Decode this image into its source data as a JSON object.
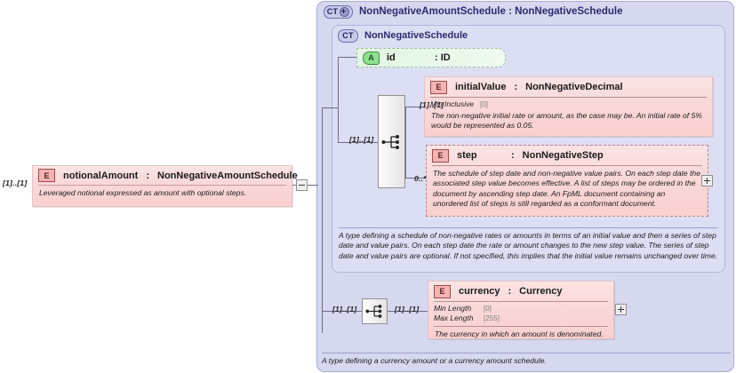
{
  "diagram": {
    "kind": "xsd-schema-diagram",
    "colors": {
      "outer_container_bg": "#d6d8f0",
      "inner_container_bg": "#dcdef4",
      "element_box_bg": "#fad9d9",
      "attribute_box_bg": "#e6f7e6",
      "element_icon_bg": "#f2b3b3",
      "attribute_icon_bg": "#8ee08e",
      "connector_line": "#6b6b8a"
    }
  },
  "root_element": {
    "icon": "element-icon",
    "icon_label": "E",
    "name": "notionalAmount",
    "separator": ":",
    "type": "NonNegativeAmountSchedule",
    "documentation": "Leveraged notional expressed as amount with optional steps.",
    "multiplicity": "[1]..[1]",
    "toggle": "minus-toggle"
  },
  "outer_type": {
    "badge": "CT",
    "badge_expand": "plus",
    "name": "NonNegativeAmountSchedule",
    "separator": ":",
    "base": "NonNegativeSchedule",
    "title": "NonNegativeAmountSchedule : NonNegativeSchedule",
    "documentation": "A type defining a currency amount or a currency amount schedule."
  },
  "inner_type": {
    "badge": "CT",
    "name": "NonNegativeSchedule",
    "documentation": "A type defining a schedule of non-negative rates or amounts in terms of an initial value and then a series of step date and value pairs. On each step date the rate or amount changes to the new step value. The series of step date and value pairs are optional. If not specified, this implies that the initial value remains unchanged over time."
  },
  "attribute": {
    "icon": "attribute-icon",
    "icon_label": "A",
    "name": "id",
    "separator": ": ID",
    "type": "ID"
  },
  "compositors": [
    {
      "name": "sequence-main",
      "icon": "sequence-icon",
      "multiplicity_in": "[1]..[1]"
    },
    {
      "name": "sequence-currency",
      "icon": "sequence-icon",
      "multiplicity_in": "[1]..[1]",
      "multiplicity_out": "[1]..[1]"
    }
  ],
  "elements": [
    {
      "id": "initialValue",
      "icon_label": "E",
      "name": "initialValue",
      "separator": ":",
      "type": "NonNegativeDecimal",
      "multiplicity": "[1]..[1]",
      "facets": [
        {
          "label": "Min Inclusive",
          "value": "[0]"
        }
      ],
      "documentation": "The non-negative initial rate or amount, as the case may be. An initial rate of 5% would be represented as 0.05.",
      "dashed": false,
      "toggle": null
    },
    {
      "id": "step",
      "icon_label": "E",
      "name": "step",
      "separator": ":",
      "type": "NonNegativeStep",
      "multiplicity": "0..*",
      "facets": [],
      "documentation": "The schedule of step date and non-negative value pairs. On each step date the associated step value becomes effective. A list of steps may be ordered in the document by ascending step date. An FpML document containing an unordered list of steps is still regarded as a conformant document.",
      "dashed": true,
      "toggle": "plus-toggle"
    },
    {
      "id": "currency",
      "icon_label": "E",
      "name": "currency",
      "separator": ":",
      "type": "Currency",
      "multiplicity": "[1]..[1]",
      "facets": [
        {
          "label": "Min Length",
          "value": "[0]"
        },
        {
          "label": "Max Length",
          "value": "[255]"
        }
      ],
      "documentation": "The currency in which an amount is denominated.",
      "dashed": false,
      "toggle": "plus-toggle"
    }
  ]
}
